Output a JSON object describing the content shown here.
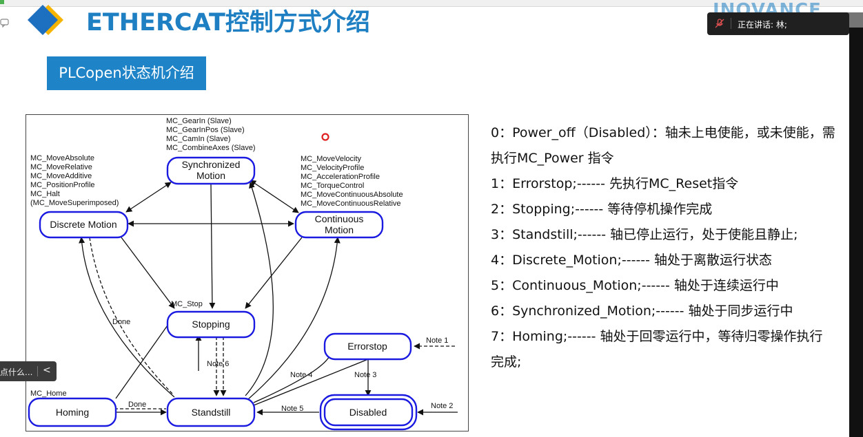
{
  "slide": {
    "title": "ETHERCAT控制方式介绍",
    "brand": "INOVANCE",
    "section_tag": "PLCopen状态机介绍"
  },
  "meeting": {
    "speaking_label": "正在讲话: 林;",
    "side_button_label": "点什么...",
    "side_button_chevron": "<"
  },
  "diagram": {
    "states": {
      "synchronized": [
        "Synchronized",
        "Motion"
      ],
      "discrete": "Discrete Motion",
      "continuous": [
        "Continuous",
        "Motion"
      ],
      "stopping": "Stopping",
      "errorstop": "Errorstop",
      "homing": "Homing",
      "standstill": "Standstill",
      "disabled": "Disabled"
    },
    "sync_commands": [
      "MC_GearIn (Slave)",
      "MC_GearInPos (Slave)",
      "MC_CamIn (Slave)",
      "MC_CombineAxes (Slave)"
    ],
    "discrete_commands": [
      "MC_MoveAbsolute",
      "MC_MoveRelative",
      "MC_MoveAdditive",
      "MC_PositionProfile",
      "MC_Halt",
      "(MC_MoveSuperimposed)"
    ],
    "continuous_commands": [
      "MC_MoveVelocity",
      "MC_VelocityProfile",
      "MC_AccelerationProfile",
      "MC_TorqueControl",
      "MC_MoveContinuousAbsolute",
      "MC_MoveContinuousRelative"
    ],
    "labels": {
      "mc_stop": "MC_Stop",
      "mc_home": "MC_Home",
      "done_left": "Done",
      "done_bottom": "Done",
      "note1": "Note 1",
      "note2": "Note 2",
      "note3": "Note 3",
      "note4": "Note 4",
      "note5": "Note 5",
      "note6": "Note 6"
    }
  },
  "description": [
    "0：Power_off（Disabled）：轴未上电使能，或未使能，需执行MC_Power 指令",
    "1：Errorstop;------ 先执行MC_Reset指令",
    "2：Stopping;------ 等待停机操作完成",
    "3：Standstill;------ 轴已停止运行，处于使能且静止;",
    "4：Discrete_Motion;------ 轴处于离散运行状态",
    "5：Continuous_Motion;------ 轴处于连续运行中",
    "6：Synchronized_Motion;------ 轴处于同步运行中",
    "7：Homing;------ 轴处于回零运行中，等待归零操作执行完成;"
  ],
  "colors": {
    "accent": "#1e84c7",
    "title": "#1e7fc3",
    "state_border": "#1a1ae0",
    "logo_blue": "#1d6fc0",
    "logo_yellow": "#f5b400"
  }
}
